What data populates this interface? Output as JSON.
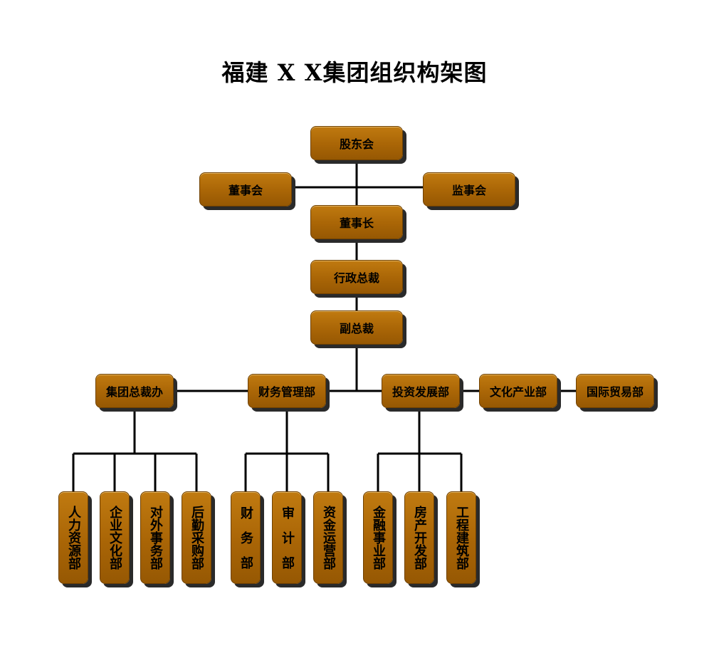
{
  "title": "福建 X X集团组织构架图",
  "nodes": {
    "gudonghui": "股东会",
    "dongshihui": "董事会",
    "jianshihui": "监事会",
    "dongshizhang": "董事长",
    "xingzhengzongcai": "行政总裁",
    "fuzongcai": "副总裁",
    "jituanzongcaiban": "集团总裁办",
    "caiwuguanlibu": "财务管理部",
    "touzifazhanbu": "投资发展部",
    "wenhuachanyebu": "文化产业部",
    "guojimaoyibu": "国际贸易部",
    "renliziyuanbu": "人力资源部",
    "qiyewenhuabu": "企业文化部",
    "duiwaishiwubu": "对外事务部",
    "houqincaigoubu": "后勤采购部",
    "caiwubu": "财务部",
    "shenjibu": "审计部",
    "zijinyunyingbu": "资金运营部",
    "jinrongshiyebu": "金融事业部",
    "fangchankaifabu": "房产开发部",
    "gongchengjianzhubu": "工程建筑部"
  },
  "colors": {
    "box_fill": "#a96506",
    "box_border": "#6f4000",
    "shadow": "#2a2a2a",
    "line": "#000000",
    "background": "#ffffff"
  }
}
